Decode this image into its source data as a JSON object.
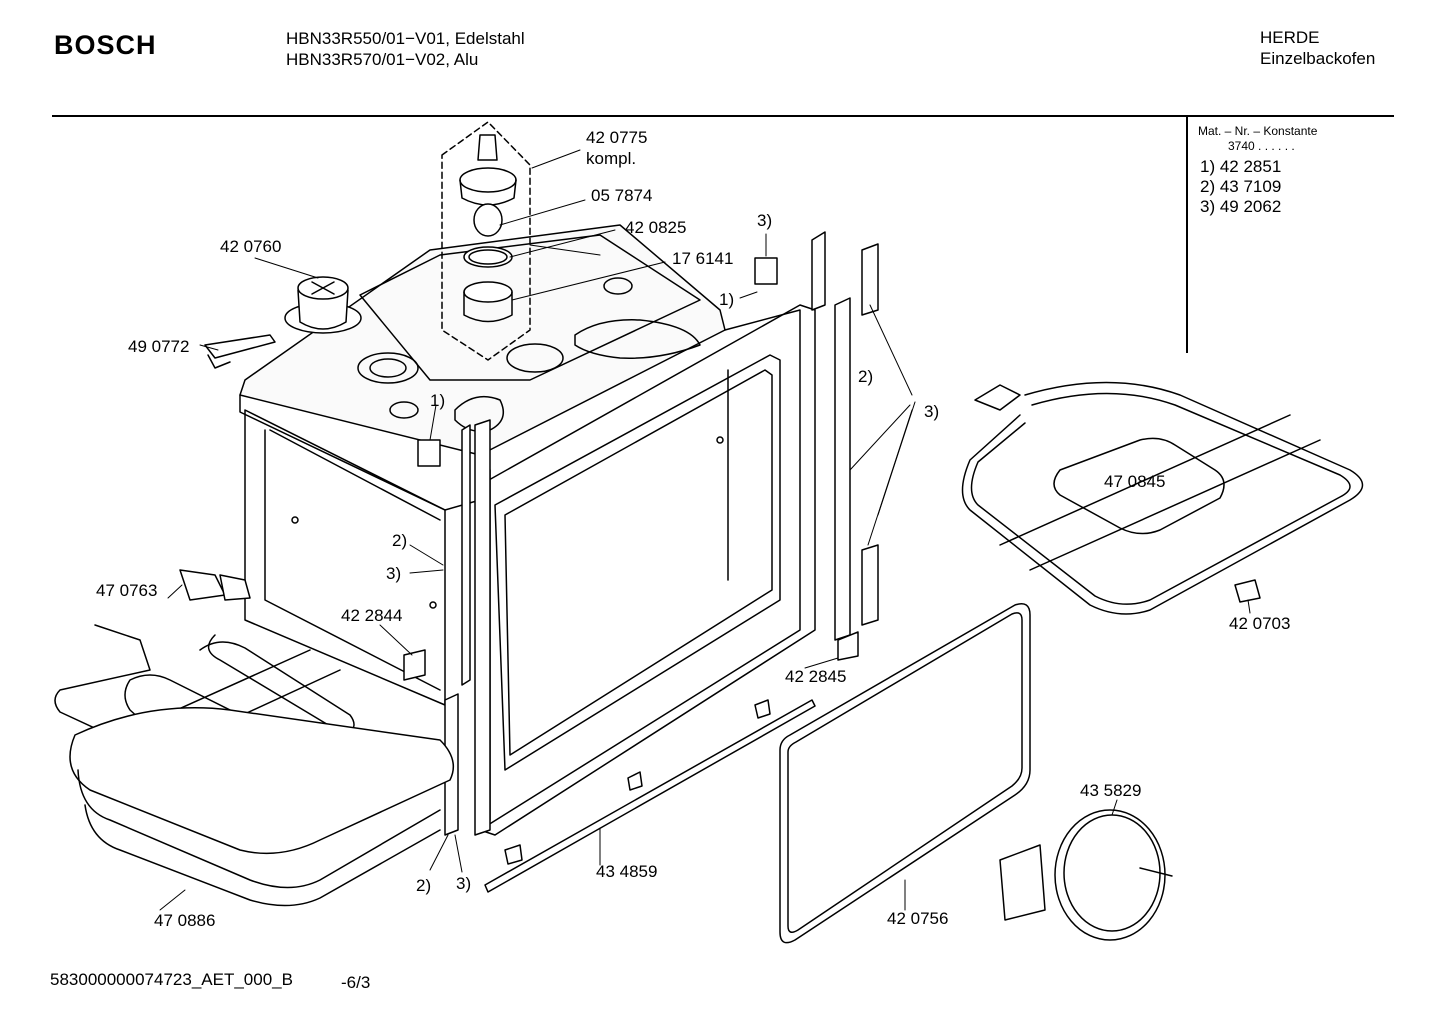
{
  "header": {
    "brand": "BOSCH",
    "model_line_1": "HBN33R550/01−V01, Edelstahl",
    "model_line_2": "HBN33R570/01−V02, Alu",
    "category_line_1": "HERDE",
    "category_line_2": "Einzelbackofen"
  },
  "material_box": {
    "title": "Mat. – Nr. – Konstante",
    "constant": "3740  .  .  .  .  .  .",
    "items": [
      "1) 42 2851",
      "2) 43 7109",
      "3) 49 2062"
    ]
  },
  "parts": {
    "p420775": "42 0775",
    "p420775_sub": "kompl.",
    "p057874": "05 7874",
    "p420825": "42 0825",
    "p176141": "17 6141",
    "p420760": "42 0760",
    "p490772": "49 0772",
    "p470845": "47 0845",
    "p420703": "42 0703",
    "p470763": "47 0763",
    "p422844": "42 2844",
    "p422845": "42 2845",
    "p435829": "43 5829",
    "p434859": "43 4859",
    "p420756": "42 0756",
    "p470886": "47 0886"
  },
  "refs": {
    "r1": "1)",
    "r2": "2)",
    "r3": "3)"
  },
  "footer": {
    "doc_id": "583000000074723_AET_000_B",
    "page": "-6/3"
  }
}
